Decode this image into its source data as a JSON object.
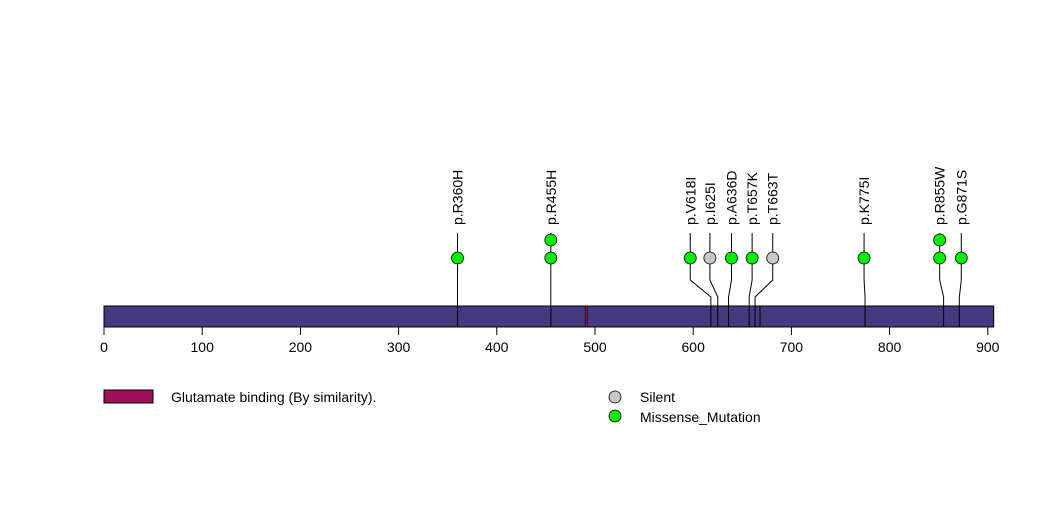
{
  "chart_data": {
    "type": "lollipop",
    "protein_length": 906,
    "xlim": [
      0,
      906
    ],
    "xticks": [
      0,
      100,
      200,
      300,
      400,
      500,
      600,
      700,
      800,
      900
    ],
    "domains": [
      {
        "name": "Glutamate binding (By similarity).",
        "start": 490,
        "end": 492,
        "color": "#a0105a"
      }
    ],
    "mutations": [
      {
        "label": "p.R360H",
        "pos": 360,
        "count": 1,
        "type": "Missense_Mutation",
        "head_pos": 360
      },
      {
        "label": "p.R455H",
        "pos": 455,
        "count": 2,
        "type": "Missense_Mutation",
        "head_pos": 455
      },
      {
        "label": "p.V618I",
        "pos": 618,
        "count": 1,
        "type": "Missense_Mutation",
        "head_pos": 597
      },
      {
        "label": "p.I625I",
        "pos": 625,
        "count": 1,
        "type": "Silent",
        "head_pos": 617
      },
      {
        "label": "p.A636D",
        "pos": 636,
        "count": 1,
        "type": "Missense_Mutation",
        "head_pos": 639
      },
      {
        "label": "p.T657K",
        "pos": 657,
        "count": 1,
        "type": "Missense_Mutation",
        "head_pos": 660
      },
      {
        "label": "p.T663T",
        "pos": 663,
        "count": 1,
        "type": "Silent",
        "head_pos": 681
      },
      {
        "label": "p.K775I",
        "pos": 775,
        "count": 1,
        "type": "Missense_Mutation",
        "head_pos": 774
      },
      {
        "label": "p.R855W",
        "pos": 855,
        "count": 2,
        "type": "Missense_Mutation",
        "head_pos": 851
      },
      {
        "label": "p.G871S",
        "pos": 871,
        "count": 1,
        "type": "Missense_Mutation",
        "head_pos": 873
      }
    ],
    "extra_marks": [
      668
    ],
    "legend": [
      {
        "label": "Silent",
        "color": "#c8c8c8"
      },
      {
        "label": "Missense_Mutation",
        "color": "#00ee00"
      }
    ],
    "bar_color": "#463a7e"
  }
}
